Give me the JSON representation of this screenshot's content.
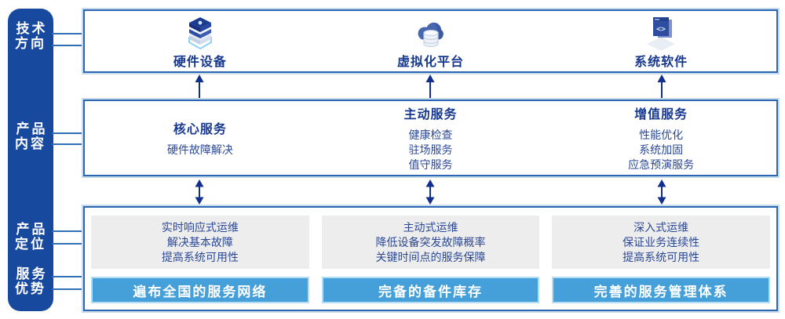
{
  "colors": {
    "sidebar_bg": "#17499E",
    "panel_border": "#2B66B0",
    "panel_halo": "#C7D9EC",
    "title_text": "#17388E",
    "body_text": "#2A4896",
    "arrow": "#132F8C",
    "connector_line": "#2E6FB5",
    "gray_panel_bg": "#EDEDED",
    "bar_bg": "#45A0D9",
    "bar_border": "#B5DCF3",
    "bar_text": "#FFFFFF"
  },
  "sidebar": {
    "items": [
      {
        "label": "技术方向",
        "line1": "技术",
        "line2": "方向"
      },
      {
        "label": "产品内容",
        "line1": "产品",
        "line2": "内容"
      },
      {
        "label": "产品定位",
        "line1": "产品",
        "line2": "定位"
      },
      {
        "label": "服务优势",
        "line1": "服务",
        "line2": "优势"
      }
    ]
  },
  "tech_row": {
    "items": [
      {
        "icon": "server-stack-icon",
        "label": "硬件设备"
      },
      {
        "icon": "cloud-database-icon",
        "label": "虚拟化平台"
      },
      {
        "icon": "code-window-icon",
        "label": "系统软件"
      }
    ]
  },
  "service_row": {
    "columns": [
      {
        "title": "核心服务",
        "items": [
          "硬件故障解决"
        ]
      },
      {
        "title": "主动服务",
        "items": [
          "健康检查",
          "驻场服务",
          "值守服务"
        ]
      },
      {
        "title": "增值服务",
        "items": [
          "性能优化",
          "系统加固",
          "应急预演服务"
        ]
      }
    ]
  },
  "position_row": {
    "columns": [
      {
        "lines": [
          "实时响应式运维",
          "解决基本故障",
          "提高系统可用性"
        ],
        "bar": "遍布全国的服务网络"
      },
      {
        "lines": [
          "主动式运维",
          "降低设备突发故障概率",
          "关键时间点的服务保障"
        ],
        "bar": "完备的备件库存"
      },
      {
        "lines": [
          "深入式运维",
          "保证业务连续性",
          "提高系统可用性"
        ],
        "bar": "完善的服务管理体系"
      }
    ]
  }
}
